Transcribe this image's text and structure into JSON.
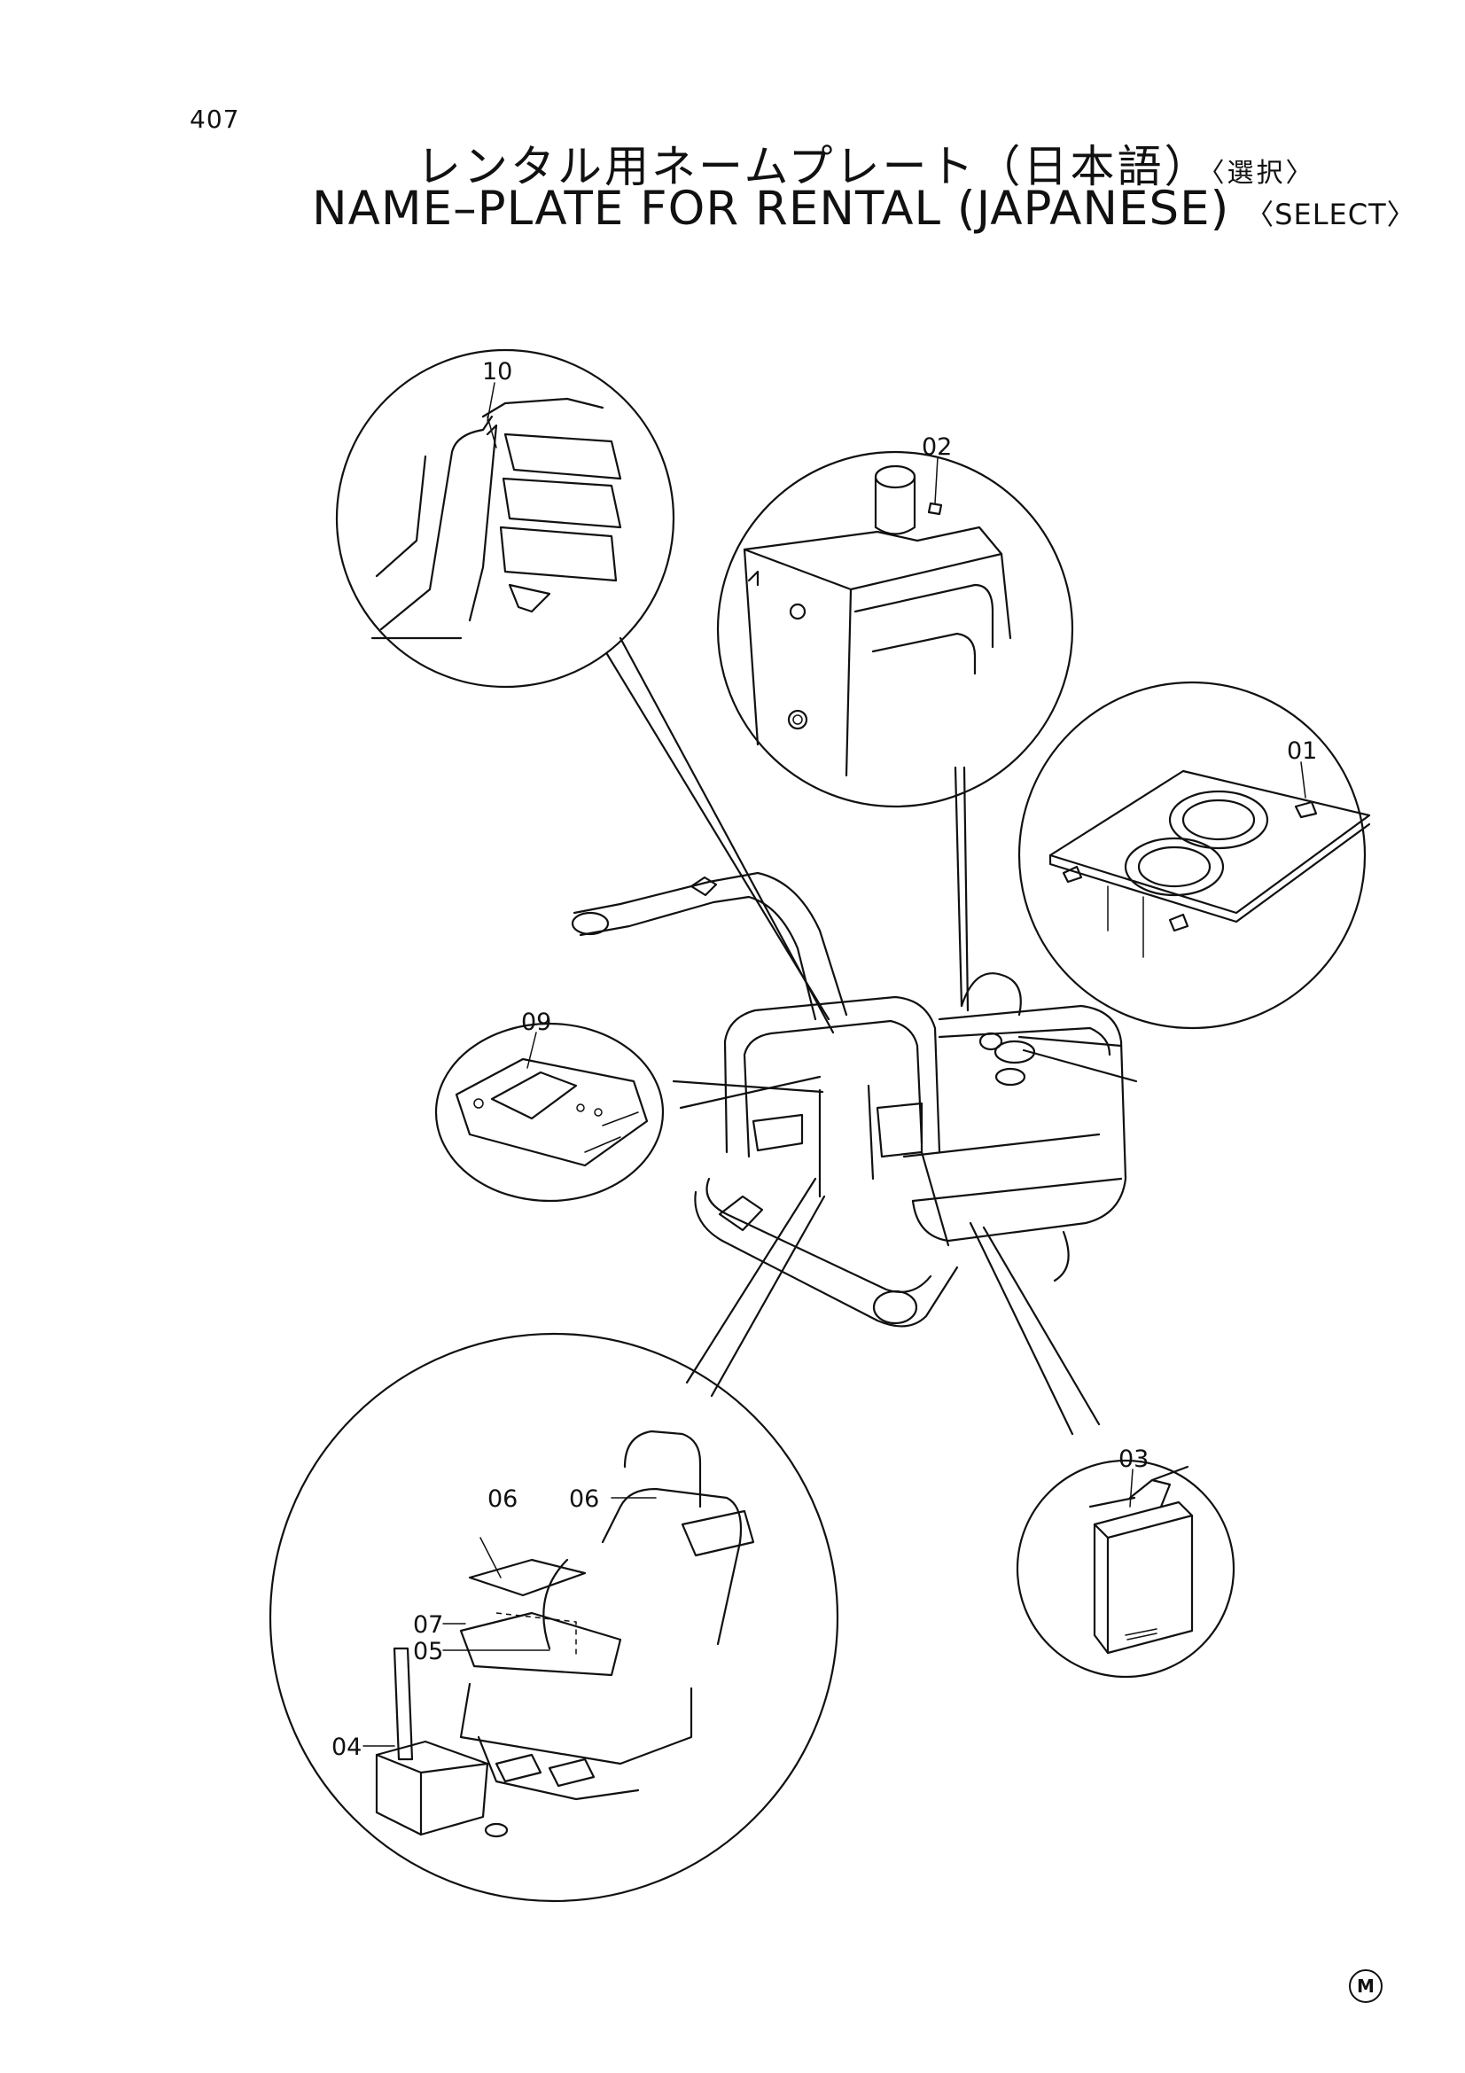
{
  "page": {
    "number": "407"
  },
  "title": {
    "japanese": "レンタル用ネームプレート（日本語）",
    "japanese_select": "〈選択〉",
    "english": "NAME–PLATE FOR RENTAL (JAPANESE)",
    "english_select": "〈SELECT〉"
  },
  "callouts": {
    "p01": "01",
    "p02": "02",
    "p03": "03",
    "p04": "04",
    "p05": "05",
    "p06a": "06",
    "p06b": "06",
    "p07": "07",
    "p09": "09",
    "p10": "10"
  },
  "footer": {
    "mark": "M"
  }
}
